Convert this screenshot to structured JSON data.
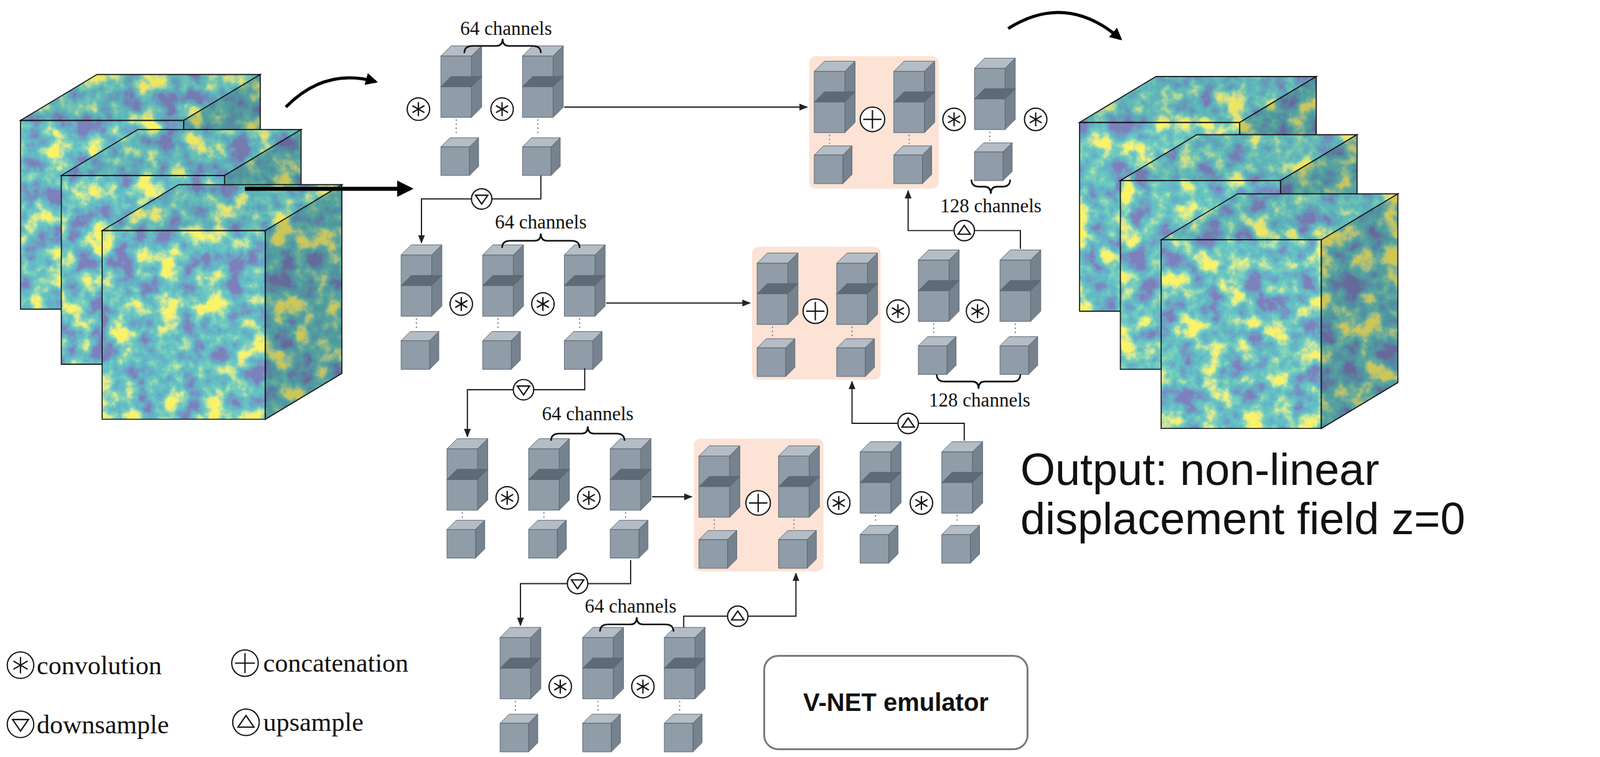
{
  "diagram": {
    "nodes": [
      {
        "text": [
          "V-NET emulator"
        ]
      }
    ],
    "labels": [
      "64 channels",
      "128 channels",
      "64 channels",
      "128 channels",
      "64 channels",
      "Output: non-linear displacement field z=0",
      "64 channels"
    ],
    "legend": [
      {
        "text": "convolution"
      },
      {
        "text": "concatenation"
      },
      {
        "text": "downsample"
      },
      {
        "text": "upsample"
      }
    ]
  }
}
